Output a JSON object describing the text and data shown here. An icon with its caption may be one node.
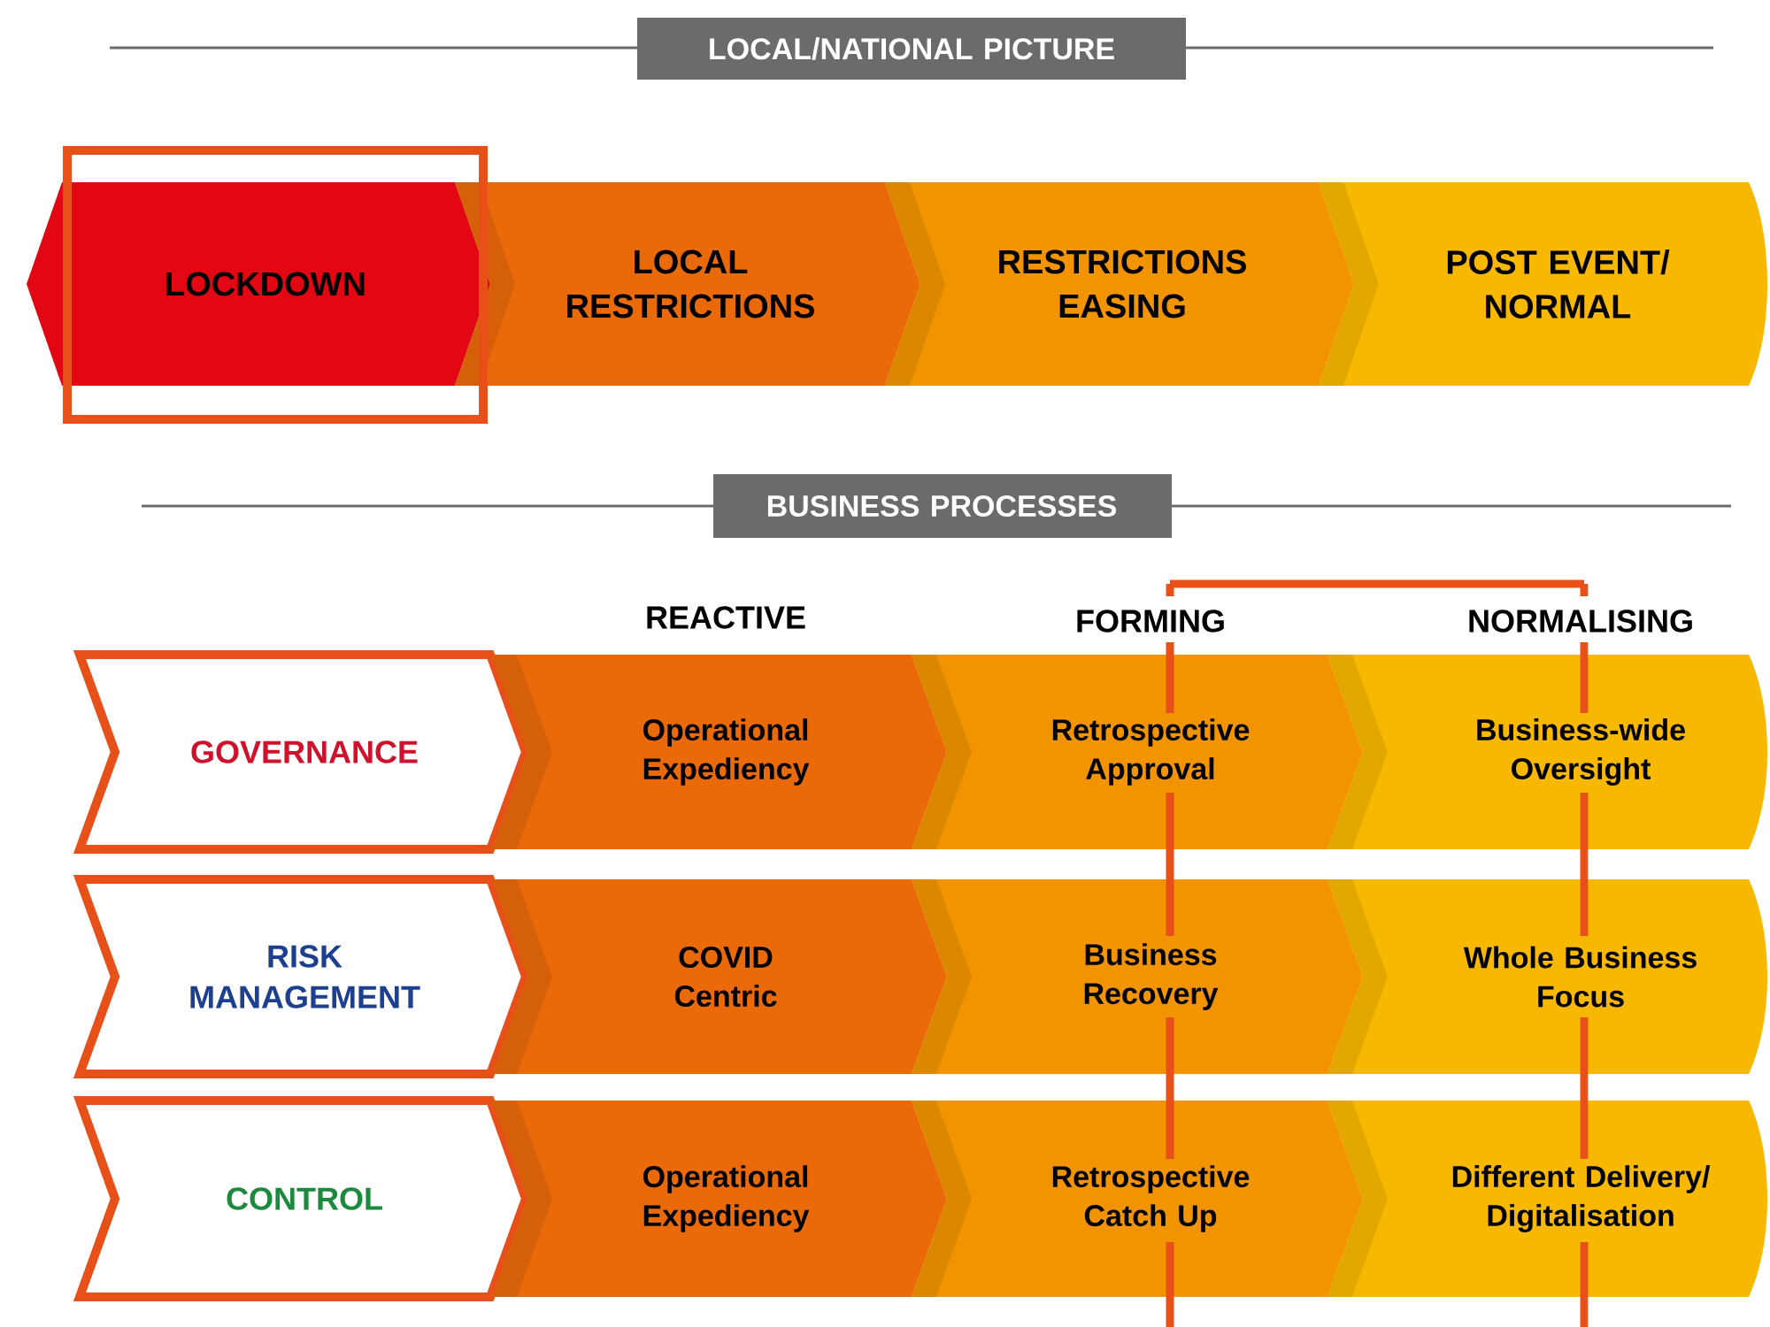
{
  "diagram": {
    "nodes": [
      {
        "text": [
          "LOCAL/NATIONAL PICTURE"
        ]
      },
      {
        "text": [
          "LOCKDOWN"
        ]
      },
      {
        "text": [
          "LOCAL RESTRICTIONS"
        ]
      },
      {
        "text": [
          "RESTRICTIONS EASING"
        ]
      },
      {
        "text": [
          "POST EVENT/ NORMAL"
        ]
      },
      {
        "text": [
          "BUSINESS PROCESSES"
        ]
      },
      {
        "text": [
          "GOVERNANCE"
        ]
      },
      {
        "text": [
          "Operational Expediency"
        ]
      },
      {
        "text": [
          "Retrospective Approval"
        ]
      },
      {
        "text": [
          "Business-wide Oversight"
        ]
      },
      {
        "text": [
          "RISK MANAGEMENT"
        ]
      },
      {
        "text": [
          "COVID Centric"
        ]
      },
      {
        "text": [
          "Business Recovery"
        ]
      },
      {
        "text": [
          "Whole Business Focus"
        ]
      },
      {
        "text": [
          "CONTROL"
        ]
      },
      {
        "text": [
          "Operational Expediency"
        ]
      },
      {
        "text": [
          "Retrospective Catch Up"
        ]
      },
      {
        "text": [
          "Different Delivery/ Digitalisation"
        ]
      }
    ],
    "labels": [
      "REACTIVE",
      "FORMING",
      "NORMALISING"
    ]
  }
}
